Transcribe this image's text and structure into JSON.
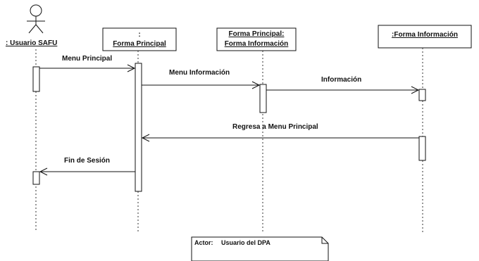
{
  "lifelines": [
    {
      "id": "actor",
      "label": ": Usuario SAFU"
    },
    {
      "id": "principal",
      "label_top": ":",
      "label": "Forma Principal"
    },
    {
      "id": "forma_info_principal",
      "label_top": "Forma Principal:",
      "label": "Forma Información"
    },
    {
      "id": "info",
      "label": ":Forma Información"
    }
  ],
  "messages": [
    {
      "id": "m1",
      "label": "Menu Principal",
      "from": "actor",
      "to": "principal"
    },
    {
      "id": "m2",
      "label": "Menu Información",
      "from": "principal",
      "to": "forma_info_principal"
    },
    {
      "id": "m3",
      "label": "Información",
      "from": "forma_info_principal",
      "to": "info"
    },
    {
      "id": "m4",
      "label": "Regresa a Menu Principal",
      "from": "info",
      "to": "principal"
    },
    {
      "id": "m5",
      "label": "Fin de Sesión",
      "from": "principal",
      "to": "actor"
    }
  ],
  "note": {
    "label": "Actor:",
    "value": "Usuario del DPA"
  }
}
